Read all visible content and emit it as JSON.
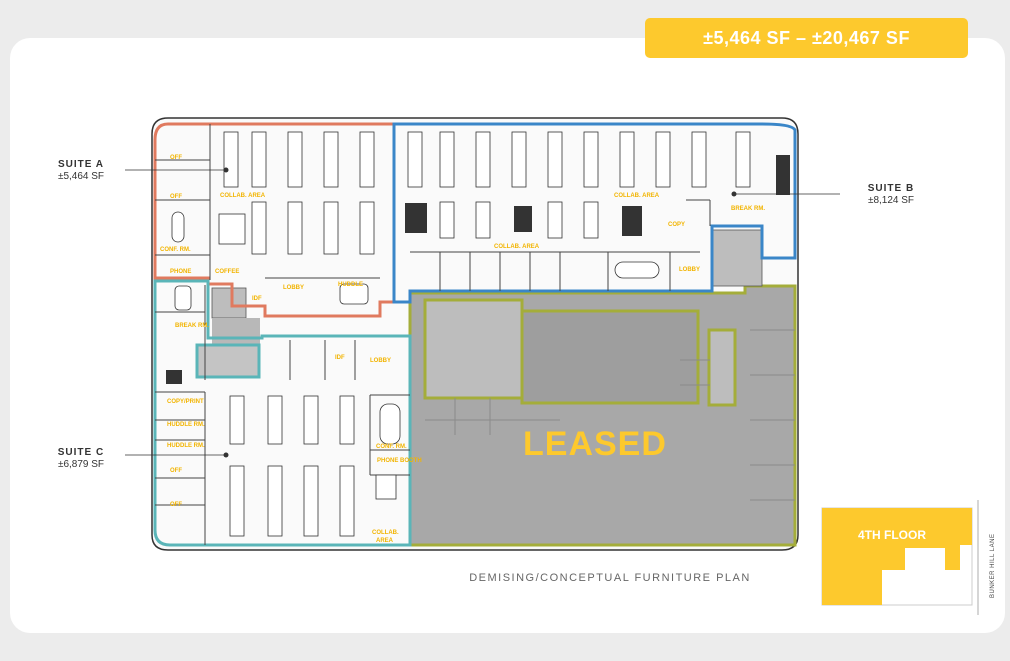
{
  "banner": "±5,464 SF – ±20,467 SF",
  "suites": [
    {
      "name": "SUITE A",
      "area": "±5,464 SF"
    },
    {
      "name": "SUITE B",
      "area": "±8,124 SF"
    },
    {
      "name": "SUITE C",
      "area": "±6,879 SF"
    }
  ],
  "leased": "LEASED",
  "caption": "DEMISING/CONCEPTUAL FURNITURE PLAN",
  "key_plan": {
    "floor": "4TH FLOOR",
    "street": "BUNKER HILL LANE"
  },
  "rooms": {
    "off": "OFF",
    "collab_area": "COLLAB. AREA",
    "conf_rm": "CONF. RM.",
    "phone": "PHONE",
    "coffee": "COFFEE",
    "lobby": "LOBBY",
    "idf": "IDF",
    "huddle": "HUDDLE",
    "huddle_rm": "HUDDLE RM.",
    "break_rm": "BREAK RM.",
    "copy": "COPY",
    "copy_print": "COPY/PRINT",
    "phone_booth": "PHONE BOOTH",
    "collab": "COLLAB.",
    "area": "AREA"
  },
  "colors": {
    "suite_a": "#e07a5f",
    "suite_b": "#3a86c8",
    "suite_c": "#5ab5b8",
    "leased": "#a4ad3a",
    "accent": "#fdc92d"
  }
}
